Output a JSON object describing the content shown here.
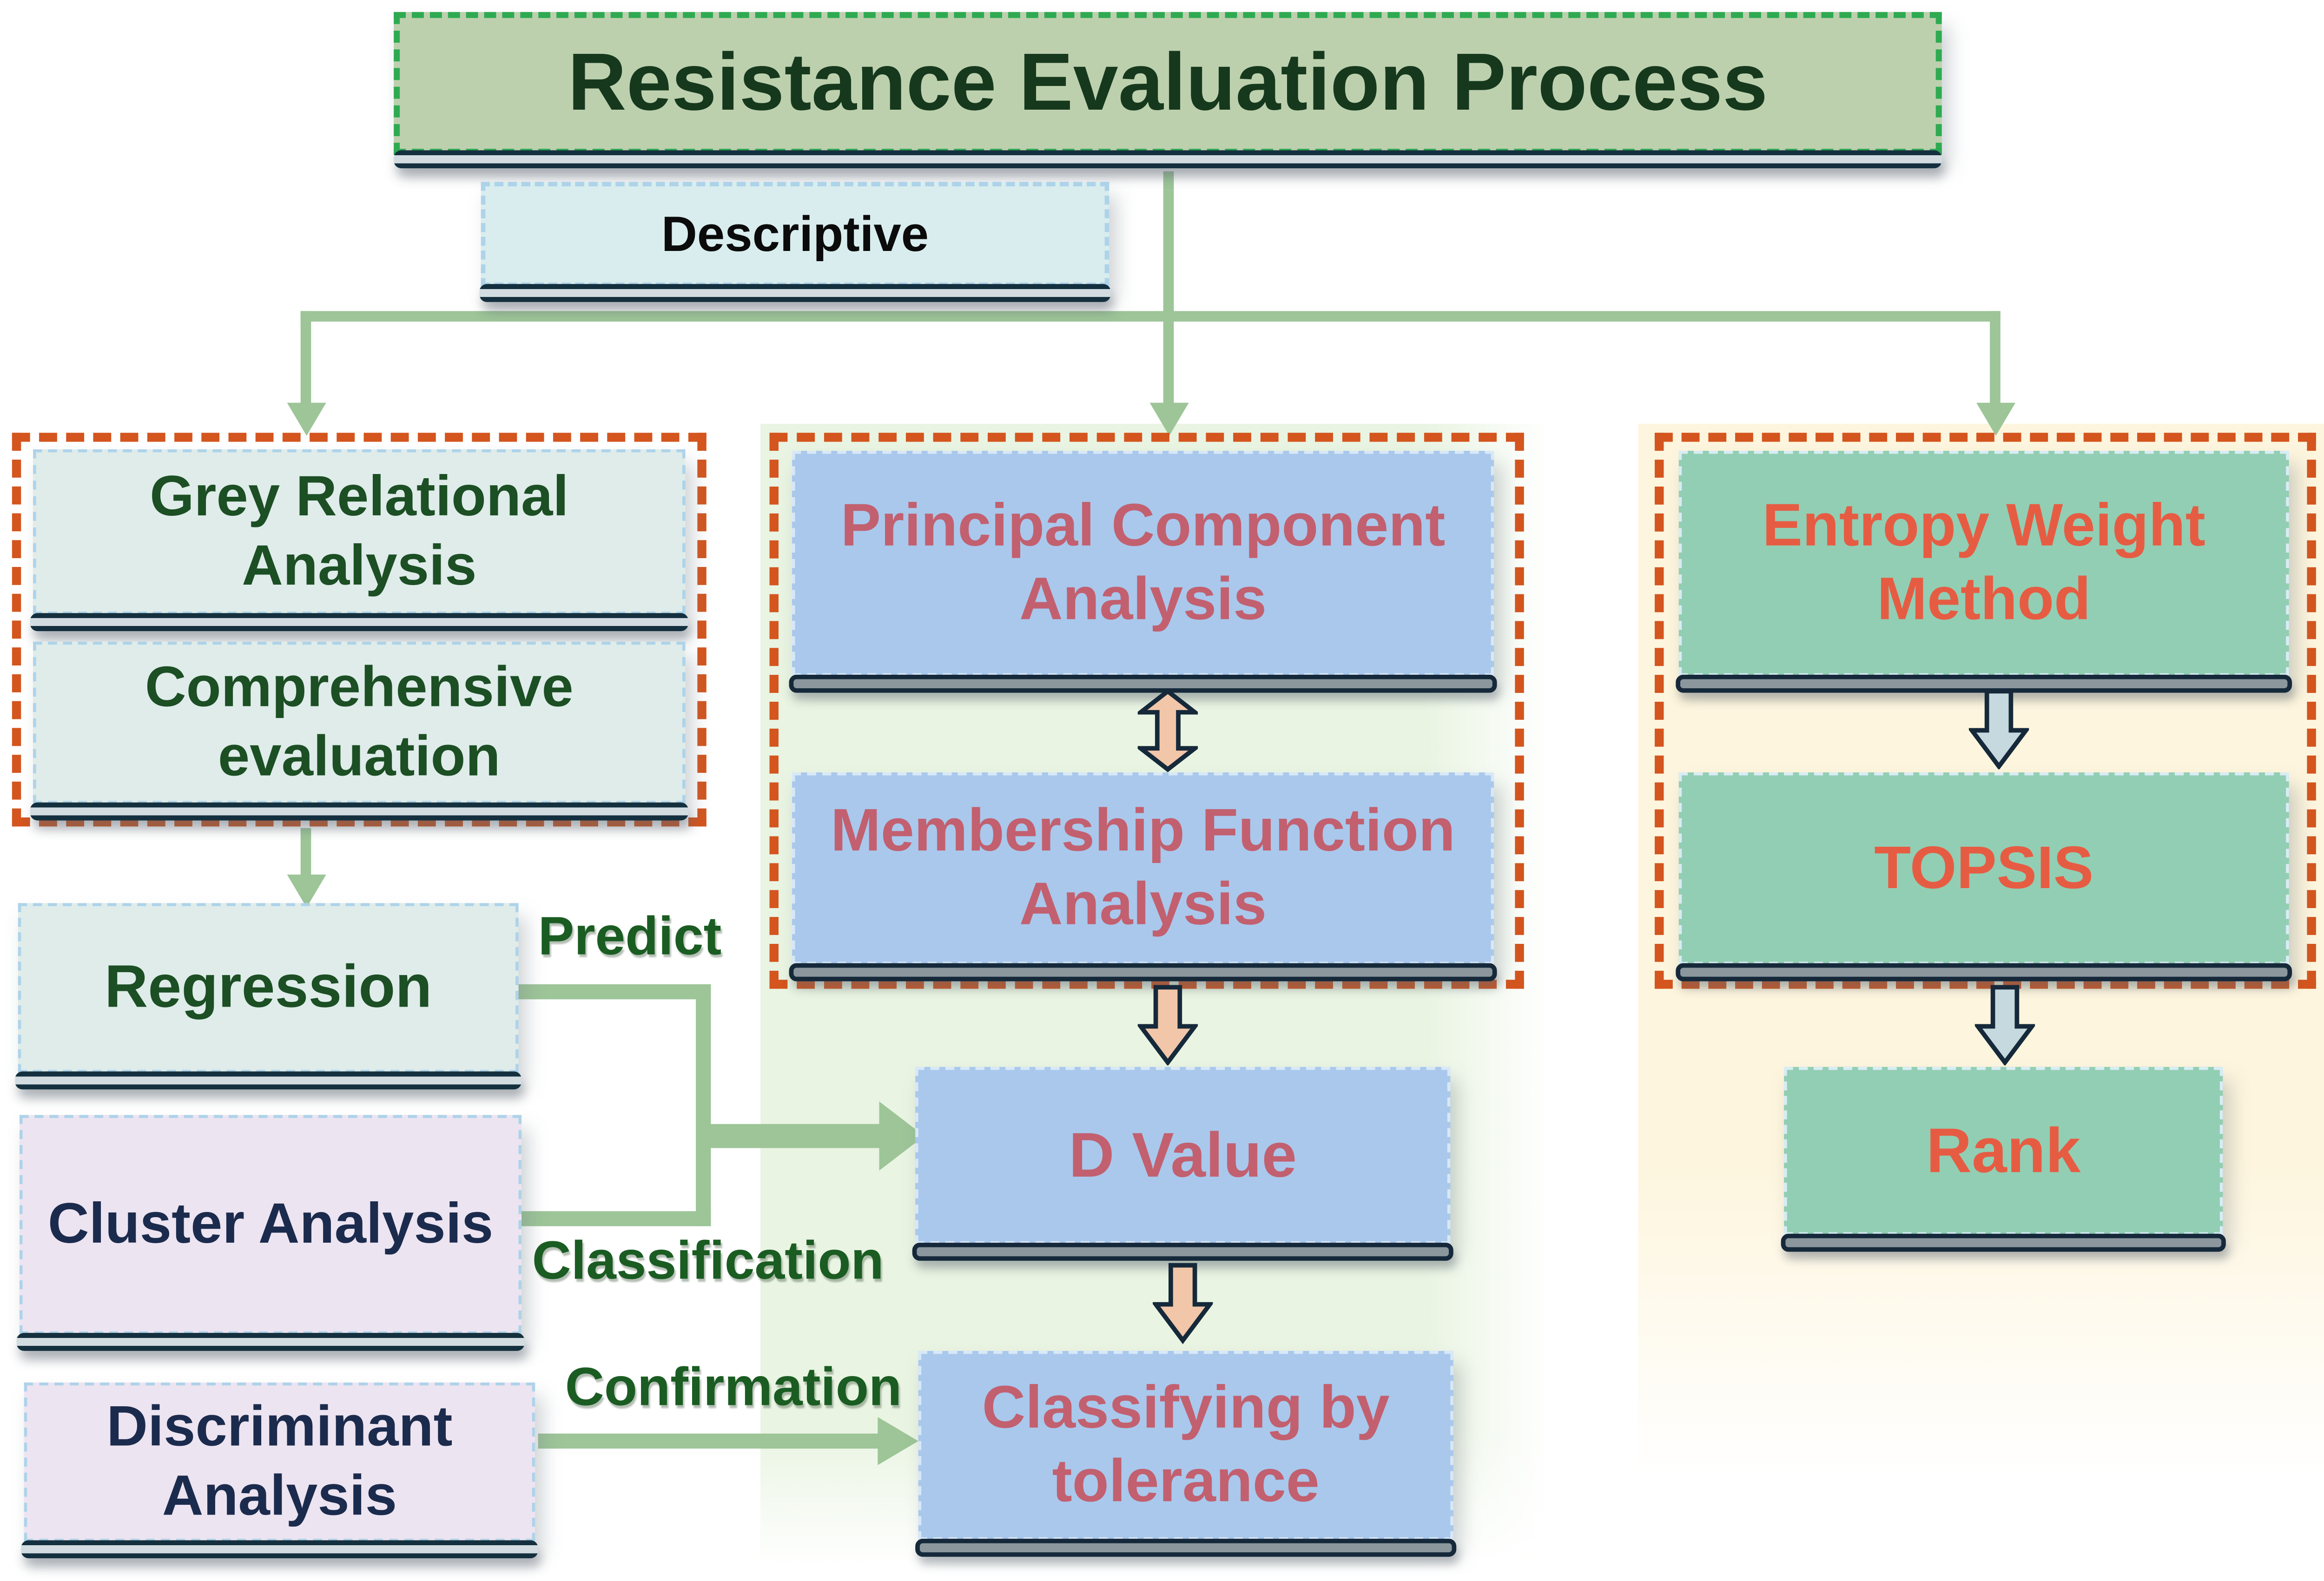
{
  "title": "Resistance Evaluation Process",
  "branch_label": "Descriptive",
  "left_column": {
    "grey_relational": "Grey Relational Analysis",
    "comprehensive": "Comprehensive evaluation",
    "regression": "Regression",
    "cluster": "Cluster Analysis",
    "discriminant": "Discriminant Analysis"
  },
  "edge_labels": {
    "predict": "Predict",
    "classification": "Classification",
    "confirmation": "Confirmation"
  },
  "middle_column": {
    "pca": "Principal Component Analysis",
    "membership": "Membership Function Analysis",
    "d_value": "D Value",
    "classifying": "Classifying by tolerance"
  },
  "right_column": {
    "entropy": "Entropy Weight Method",
    "topsis": "TOPSIS",
    "rank": "Rank"
  },
  "colors": {
    "connector_green": "#9dc598",
    "group_frame_orange": "#d4551e",
    "title_bg": "#bdd0ae",
    "title_border_green": "#2faa52",
    "title_text_green": "#16391d",
    "mint_box_bg": "#dfecea",
    "dark_green_text": "#1c4f24",
    "lavender_box_bg": "#ede4f1",
    "navy_text": "#1b2b4d",
    "blue_box_bg": "#a9c8ec",
    "rose_text": "#c2606f",
    "teal_box_bg": "#92ceb3",
    "orange_red_text": "#e65c43",
    "cyan_box_bg": "#d9edee",
    "peach_arrow": "#f2c6a9",
    "bluegray_arrow": "#c5d9de",
    "arrow_outline_navy": "#15293a",
    "middle_tint": "#e9f4e2",
    "right_tint": "#fdf5dd"
  }
}
